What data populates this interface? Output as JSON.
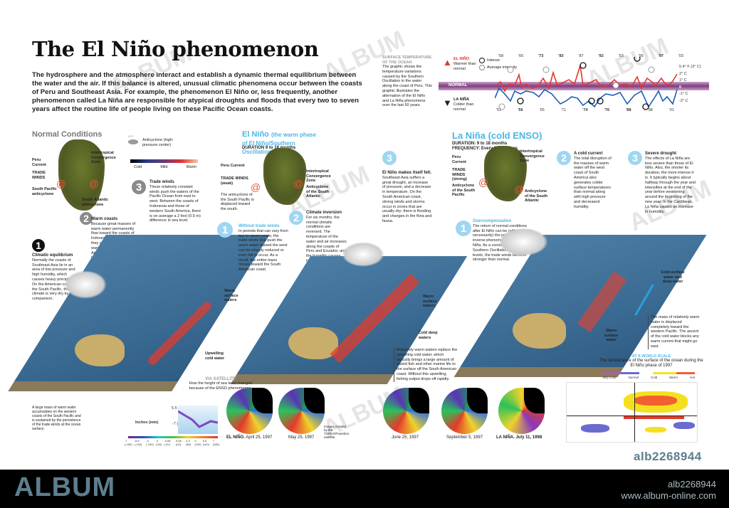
{
  "title": "The El Niño phenomenon",
  "intro": "The hydrosphere and the atmosphere interact and establish a dynamic thermal equilibrium between the water and the air. If this balance is altered, unusual climatic phenomena occur between the coasts of Peru and Southeast Asia. For example, the phenomenon El Niño or, less frequently, another phenomenon called La Niña are responsible for atypical droughts and floods that every two to seven years affect the routine life of people living on these Pacific Ocean coasts.",
  "timeline": {
    "heading": "SURFACE TEMPERATURE OF THE OCEAN",
    "desc": "The graphic shows the temperature variations caused by the Southern Oscillation in the water along the coast of Peru. This graphic illustrates the alternation of the El Niño and La Niña phenomena over the last 50 years.",
    "nino_label": "EL NIÑO",
    "nino_sub": "Warmer than normal",
    "nina_label": "LA NIÑA",
    "nina_sub": "Colder than normal",
    "legend_intense": "Intense",
    "legend_average": "Average intensity",
    "normal_band": "NORMAL",
    "top_years": [
      "'58",
      "'66",
      "'73",
      "'83",
      "'87",
      "'92",
      "'93",
      "'95",
      "'97",
      "'03"
    ],
    "bottom_years": [
      "'51",
      "'56",
      "'65",
      "'71",
      "'74",
      "'76",
      "'88",
      "'98",
      "'01"
    ],
    "axis": [
      "5.4° F (3° C)",
      "2° C",
      "1° C",
      "0",
      "-1° C",
      "-2° C"
    ],
    "colors": {
      "warm": "#e8342a",
      "cold": "#1d5fb5",
      "band": "#7d3f7d"
    }
  },
  "normal": {
    "heading": "Normal Conditions",
    "key_label": "KEY",
    "key_item": "Anticyclone (high-pressure center)",
    "scale": [
      "Cold",
      "Mild",
      "Warm"
    ],
    "labels": {
      "peru_current": "Peru Current",
      "trade_winds": "TRADE WINDS",
      "south_pacific": "South Pacific anticyclone",
      "itcz": "Intertropical Convergence Zone",
      "south_atlantic": "South Atlantic anticyclone",
      "warm_surface": "Warm surface waters",
      "upwelling": "Upwelling cold water"
    },
    "steps": [
      {
        "num": "1",
        "title": "Climatic equilibrium",
        "text": "Normally the coasts of Southeast Asia lie in an area of low pressure and high humidity, which causes heavy precipitation. On the American coast of the South Pacific, the climate is very dry by comparison."
      },
      {
        "num": "2",
        "title": "Warm coasts",
        "text": "Because great masses of warm water permanently flow toward the coasts of Indonesia and New Guinea, they are about 14° F (8° C) warmer than the South American coast, where there is also an upwelling of cold water from the ocean floor."
      },
      {
        "num": "3",
        "title": "Trade winds",
        "text": "These relatively constant winds push the waters of the Pacific Ocean from east to west. Between the coasts of Indonesia and those of western South America, there is on average a 2 foot (0.5 m) difference in sea level."
      }
    ],
    "mass_note": "A large mass of warm water accumulates on the western coasts of the South Pacific and is sustained by the persistence of the trade winds at the ocean surface."
  },
  "nino": {
    "heading": "El Niño",
    "heading_sub": "(the warm phase of El Niño/Southern Oscillation [ENSO])",
    "duration": "DURATION 9 to 18 months",
    "labels": {
      "peru_current": "Peru Current",
      "trade_winds": "TRADE WINDS (weak)",
      "anticyclone": "The anticyclone of the South Pacific is displaced toward the south.",
      "itcz": "Intertropical Convergence Zone",
      "atlantic": "Anticyclone of the South Atlantic",
      "warm_surface": "Warm surface waters",
      "cold_deep": "Cold deep waters"
    },
    "steps": [
      {
        "num": "1",
        "title": "Without trade winds",
        "text": "In periods that can vary from two to seven years, the trade winds that push the warm water toward the west can be sharply reduced or even fail to occur. As a result, the entire mass moves toward the South American coast."
      },
      {
        "num": "2",
        "title": "Climate inversion",
        "text": "For six months, the normal climatic conditions are reversed. The temperature of the water and air increases along the coasts of Peru and Ecuador, and the humidity causes heavy rains."
      },
      {
        "num": "3",
        "title": "El Niño makes itself felt.",
        "text": "Southeast Asia suffers a great drought, an increase of pressure, and a decrease in temperature. On the South American coast, strong winds and storms occur in zones that are usually dry; there is flooding and changes in the flora and fauna."
      }
    ],
    "note": "Relatively warm waters replace the upwelling cold water, which typically brings a large amount of varied fish and other marine life to the surface off the South American coast. Without this upwelling, fishing output drops off rapidly."
  },
  "nina": {
    "heading": "La Niña (cold ENSO)",
    "duration": "DURATION: 9 to 18 months",
    "frequency": "FREQUENCY: Every 2 to 7 years",
    "labels": {
      "peru_current": "Peru Current",
      "trade_winds": "TRADE WINDS (strong)",
      "south_pacific": "Anticyclone of the South Pacific",
      "itcz": "Intertropical Convergence Zone",
      "atlantic": "Anticyclone of the South Atlantic",
      "cold_surface": "Cold surface water and deep water",
      "warm_surface": "Warm surface water"
    },
    "steps": [
      {
        "num": "1",
        "title": "Overcompensation",
        "text": "The return of normal conditions after El Niño can be (although not necessarily) the preamble to an inverse phenomenon called La Niña. As a consequence of Southern Oscillation pressure levels, the trade winds become stronger than normal."
      },
      {
        "num": "2",
        "title": "A cold current",
        "text": "The total disruption of the masses of warm water off the west coast of South America also generates colder surface temperatures than normal along with high pressure and decreased humidity."
      },
      {
        "num": "3",
        "title": "Severe drought",
        "text": "The effects of La Niña are less severe than those of El Niño. Also, the shorter its duration, the more intense it is. It typically begins about halfway through the year and intensifies at the end of the year before weakening around the beginning of the new year. In the Caribbean, La Niña causes an increase in humidity."
      }
    ],
    "note": "The mass of relatively warm water is displaced completely toward the western Pacific. The ascent of the cold water blocks any warm current that might go east."
  },
  "satellite": {
    "heading": "VIA SATELLITE",
    "desc": "How the height of sea level changed because of the ENSO phenomenon.",
    "y_ticks": [
      "5.5 (140)",
      "0 (0)",
      "-7 (-180)"
    ],
    "y_label": "Inches (mm)",
    "scale": [
      "-7 (-180)",
      "-5.5 (-140)",
      "-4 (-100)",
      "-2 (-50)",
      "-0.08 (-20)",
      "0.08 (20)",
      "2.4 (60)",
      "4 (100)",
      "5.5 (140)",
      "7 (180)"
    ],
    "credit": "Images created by the TOPEX/Poseidon satellite.",
    "globes": [
      {
        "label_bold": "EL NIÑO.",
        "label": "April 25, 1997"
      },
      {
        "label_bold": "",
        "label": "May 25, 1997"
      },
      {
        "label_bold": "",
        "label": "June 25, 1997"
      },
      {
        "label_bold": "",
        "label": "September 5, 1997"
      },
      {
        "label_bold": "LA NIÑA.",
        "label": "July 11, 1998"
      }
    ]
  },
  "world": {
    "heading": "AT A WORLD SCALE",
    "desc": "The temperature of the surface of the ocean during the El Niño phase of 1997",
    "legend": [
      "Very Cold",
      "Normal",
      "Cold",
      "Warm",
      "Hot"
    ],
    "legend_colors": [
      "#b05bb0",
      "#6a6ad0",
      "#ffffff",
      "#f5e020",
      "#f06030"
    ]
  },
  "footer": {
    "brand": "ALBUM",
    "id": "alb2268944",
    "url": "www.album-online.com",
    "side_id": "alb2268944"
  },
  "watermark": "ALBUM"
}
